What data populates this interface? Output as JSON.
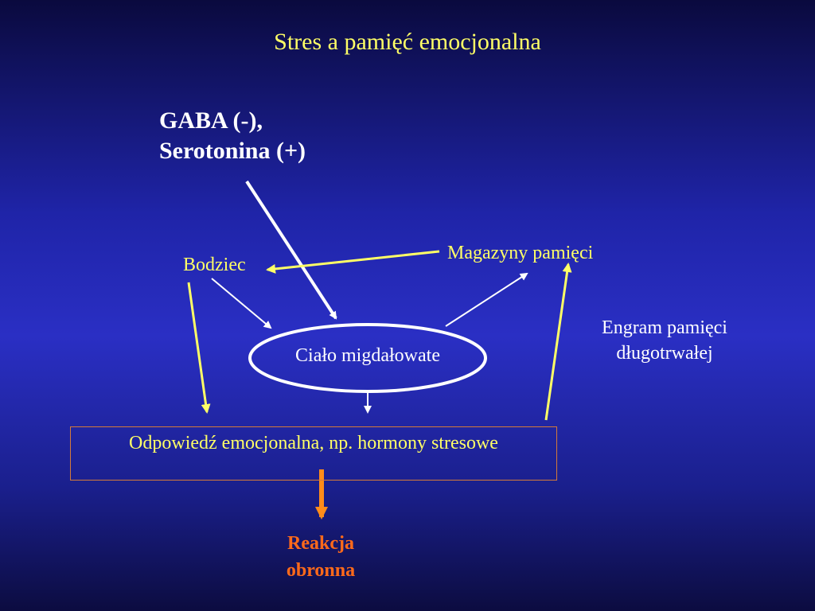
{
  "title": "Stres a pamięć emocjonalna",
  "gaba_line1": "GABA (-),",
  "gaba_line2": "Serotonina (+)",
  "bodziec": "Bodziec",
  "magazyny": "Magazyny pamięci",
  "engram": "Engram pamięci długotrwałej",
  "amygdala": "Ciało migdałowate",
  "response": "Odpowiedź emocjonalna, np. hormony stresowe",
  "reakcja": "Reakcja obronna",
  "colors": {
    "background": "#2a2fc4",
    "yellow": "#ffff66",
    "white": "#ffffff",
    "orange": "#ff6a1a",
    "box_border": "#d47a3a"
  }
}
